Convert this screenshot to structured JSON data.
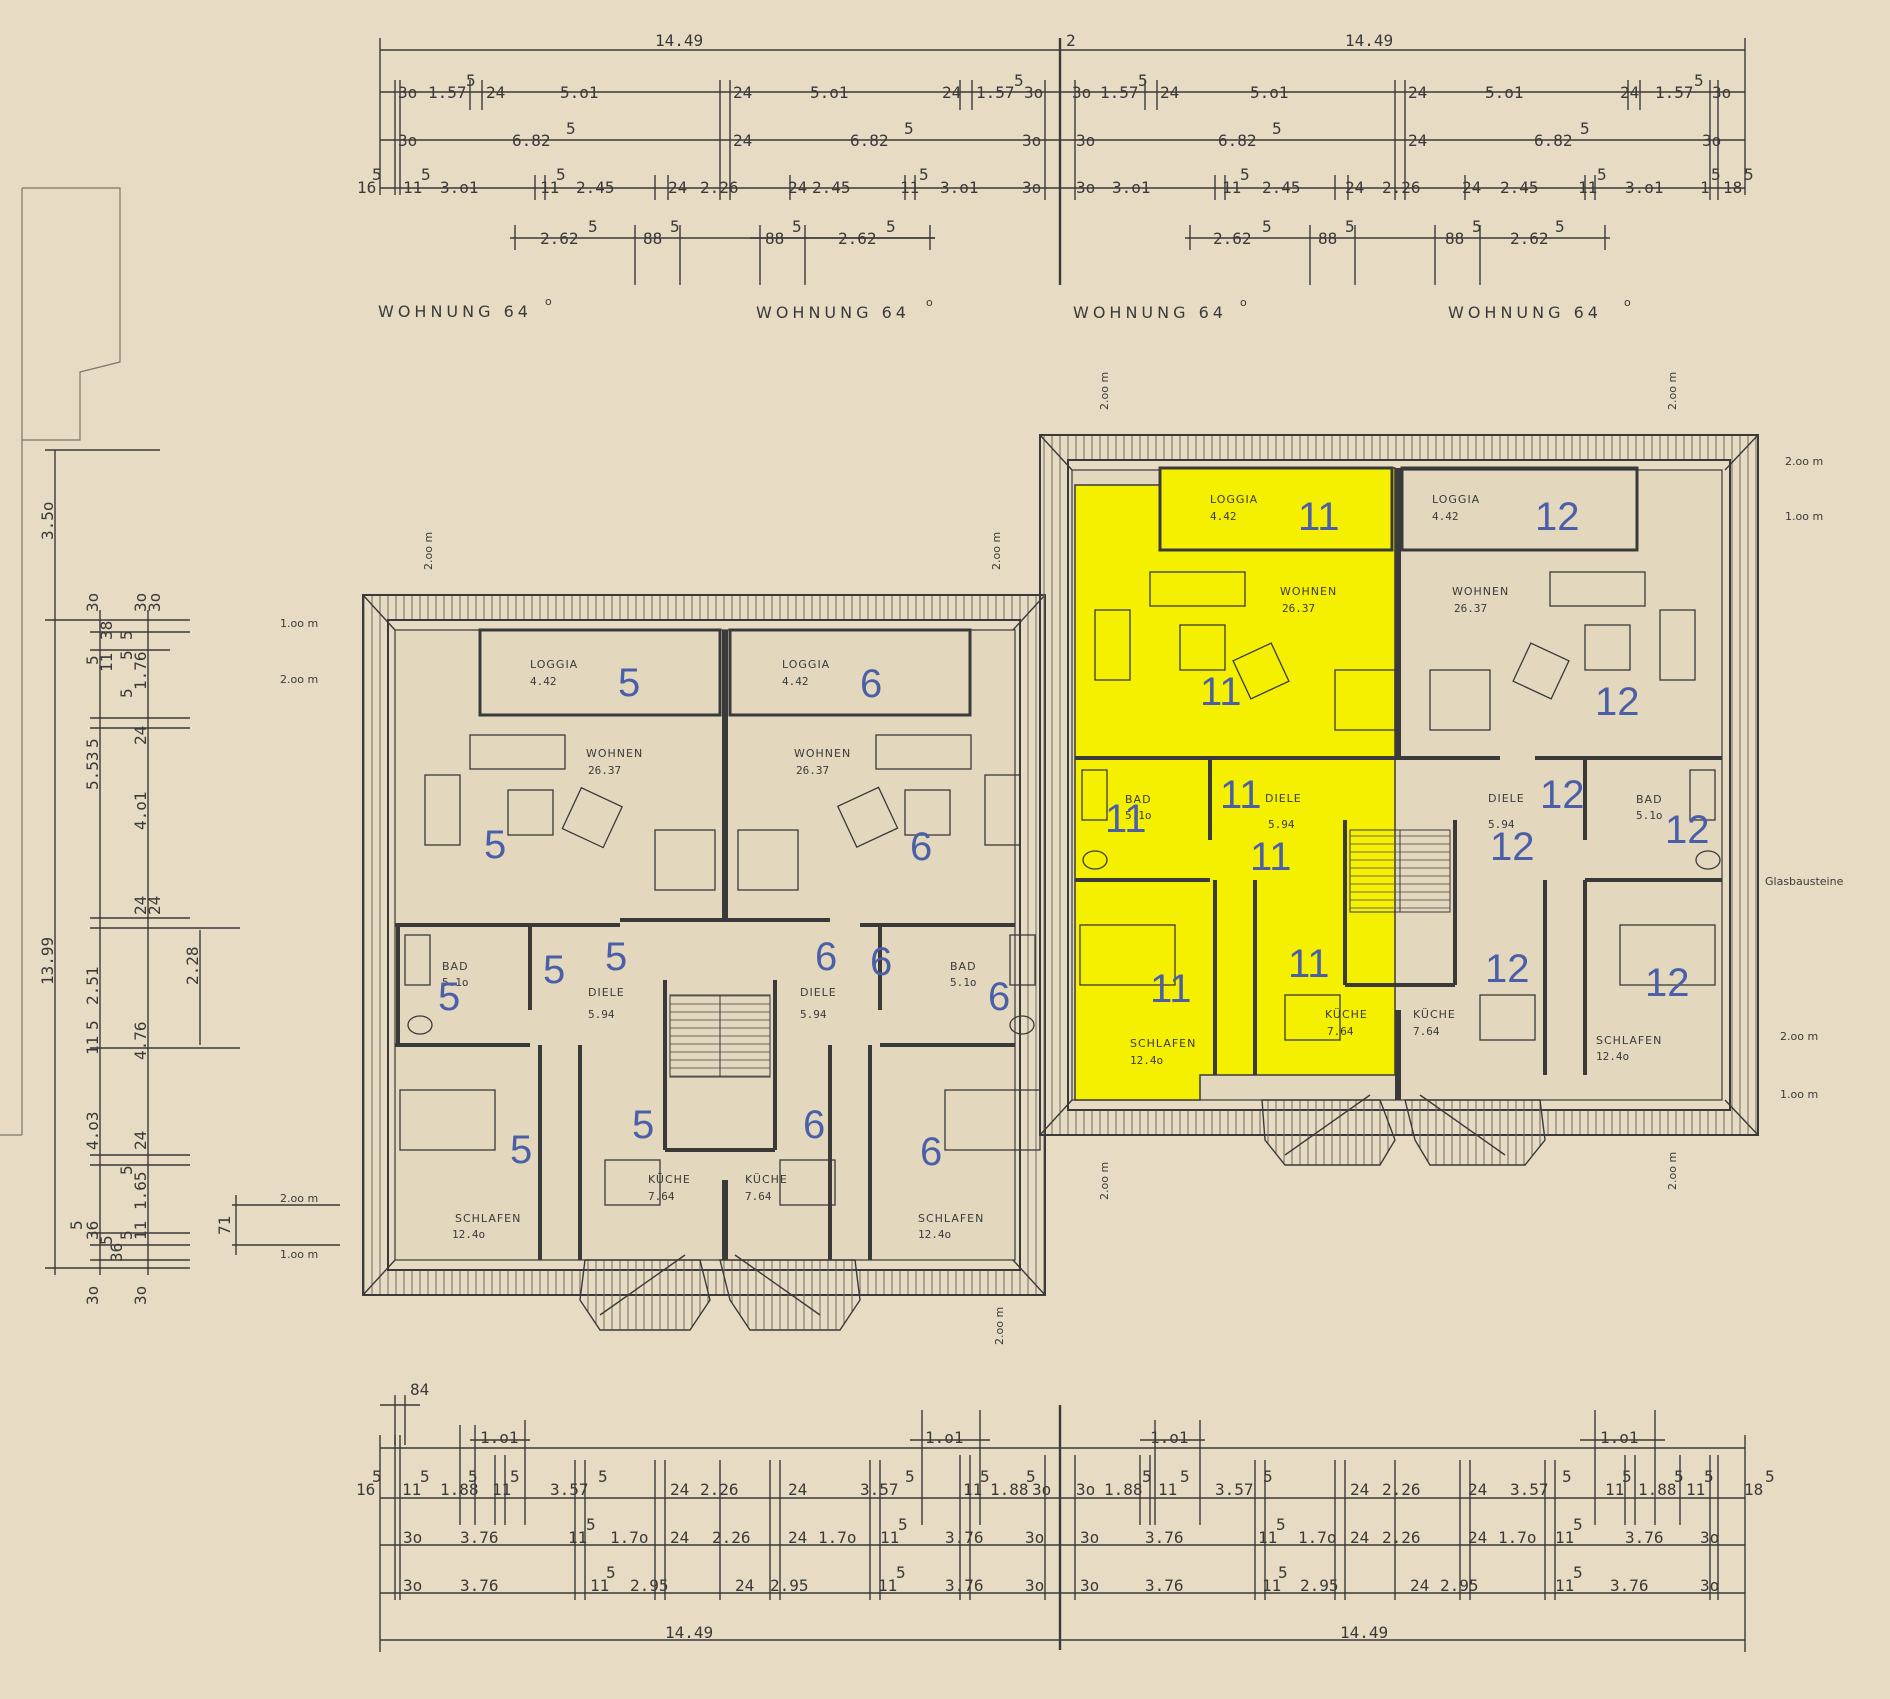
{
  "colors": {
    "paper": "#e7dcc3",
    "ink": "#3a3a3a",
    "highlight": "#f5f000",
    "number": "#4a5fa8"
  },
  "top": {
    "row1": [
      "14.49",
      "2",
      "14.49"
    ],
    "row2": [
      "3o",
      "1.57",
      "5",
      "24",
      "5.o1",
      "24",
      "5.o1",
      "24",
      "1.57",
      "5",
      "3o",
      "3o",
      "1.57",
      "5",
      "24",
      "5.o1",
      "24",
      "5.o1",
      "24",
      "1.57",
      "5",
      "3o"
    ],
    "row3": [
      "3o",
      "6.82",
      "5",
      "24",
      "6.82",
      "5",
      "3o",
      "3o",
      "6.82",
      "5",
      "24",
      "6.82",
      "5",
      "3o"
    ],
    "row4": [
      "16",
      "5",
      "11",
      "5",
      "3.o1",
      "11",
      "5",
      "2.45",
      "24",
      "2.26",
      "24",
      "2.45",
      "11",
      "5",
      "3.o1",
      "3o",
      "3o",
      "3.o1",
      "11",
      "5",
      "2.45",
      "24",
      "2.26",
      "24",
      "2.45",
      "11",
      "5",
      "3.o1",
      "1",
      "5",
      "18",
      "5"
    ],
    "row5": [
      "2.62",
      "5",
      "88",
      "5",
      "88",
      "5",
      "2.62",
      "5",
      "2.62",
      "5",
      "88",
      "5",
      "88",
      "5",
      "2.62",
      "5"
    ],
    "units": [
      "WOHNUNG  64",
      "WOHNUNG  64",
      "WOHNUNG  64",
      "WOHNUNG  64"
    ],
    "unit_sup": "o"
  },
  "bottom": {
    "row1": [
      "84",
      "1.o1",
      "1.o1",
      "1.o1",
      "1.o1"
    ],
    "row2": [
      "16",
      "5",
      "11",
      "5",
      "1.88",
      "5",
      "11",
      "5",
      "3.57",
      "5",
      "24",
      "2.26",
      "24",
      "3.57",
      "5",
      "11",
      "5",
      "1.88",
      "5",
      "3o",
      "3o",
      "1.88",
      "5",
      "11",
      "5",
      "3.57",
      "5",
      "24",
      "2.26",
      "24",
      "3.57",
      "5",
      "11",
      "5",
      "1.88",
      "5",
      "11",
      "5",
      "18",
      "5"
    ],
    "row3": [
      "3o",
      "3.76",
      "11",
      "5",
      "1.7o",
      "24",
      "2.26",
      "24",
      "1.7o",
      "11",
      "5",
      "3.76",
      "3o",
      "3o",
      "3.76",
      "11",
      "5",
      "1.7o",
      "24",
      "2.26",
      "24",
      "1.7o",
      "11",
      "5",
      "3.76",
      "3o"
    ],
    "row4": [
      "3o",
      "3.76",
      "11",
      "5",
      "2.95",
      "24",
      "2.95",
      "11",
      "5",
      "3.76",
      "3o",
      "3o",
      "3.76",
      "11",
      "5",
      "2.95",
      "24",
      "2.95",
      "11",
      "5",
      "3.76",
      "3o"
    ],
    "row5": [
      "14.49",
      "14.49"
    ]
  },
  "left": {
    "outer": [
      "3.5o",
      "13.99"
    ],
    "col1": [
      "3o",
      "5",
      "5.53",
      "5",
      "2.51",
      "11",
      "5",
      "4.o3",
      "36",
      "5",
      "3o"
    ],
    "col2": [
      "3o",
      "5",
      "38",
      "11",
      "5",
      "1.76",
      "5",
      "24",
      "4.o1",
      "24",
      "4.76",
      "24",
      "1.65",
      "5",
      "11",
      "5",
      "36",
      "5",
      "3o"
    ],
    "col3": [
      "3o",
      "24",
      "2.28",
      "71"
    ]
  },
  "side_notes": [
    "1.oo m",
    "2.oo m",
    "2.oo m",
    "1.oo m",
    "1.oo m",
    "2.oo m",
    "2.oo m",
    "1.oo m",
    "2.oo m",
    "2.oo m",
    "2.oo m",
    "2.oo m",
    "2.oo m",
    "2.oo m",
    "2.oo m",
    "Glasbausteine"
  ],
  "rooms": {
    "loggia": "LOGGIA",
    "loggia_area": "4.42",
    "wohnen": "WOHNEN",
    "wohnen_area": "26.37",
    "bad": "BAD",
    "bad_area": "5.1o",
    "diele": "DIELE",
    "diele_area": "5.94",
    "kueche": "KÜCHE",
    "kueche_area": "7.64",
    "schlafen": "SCHLAFEN",
    "schlafen_area": "12.4o",
    "sup": "□"
  },
  "unit_numbers": [
    "5",
    "6",
    "11",
    "12"
  ]
}
